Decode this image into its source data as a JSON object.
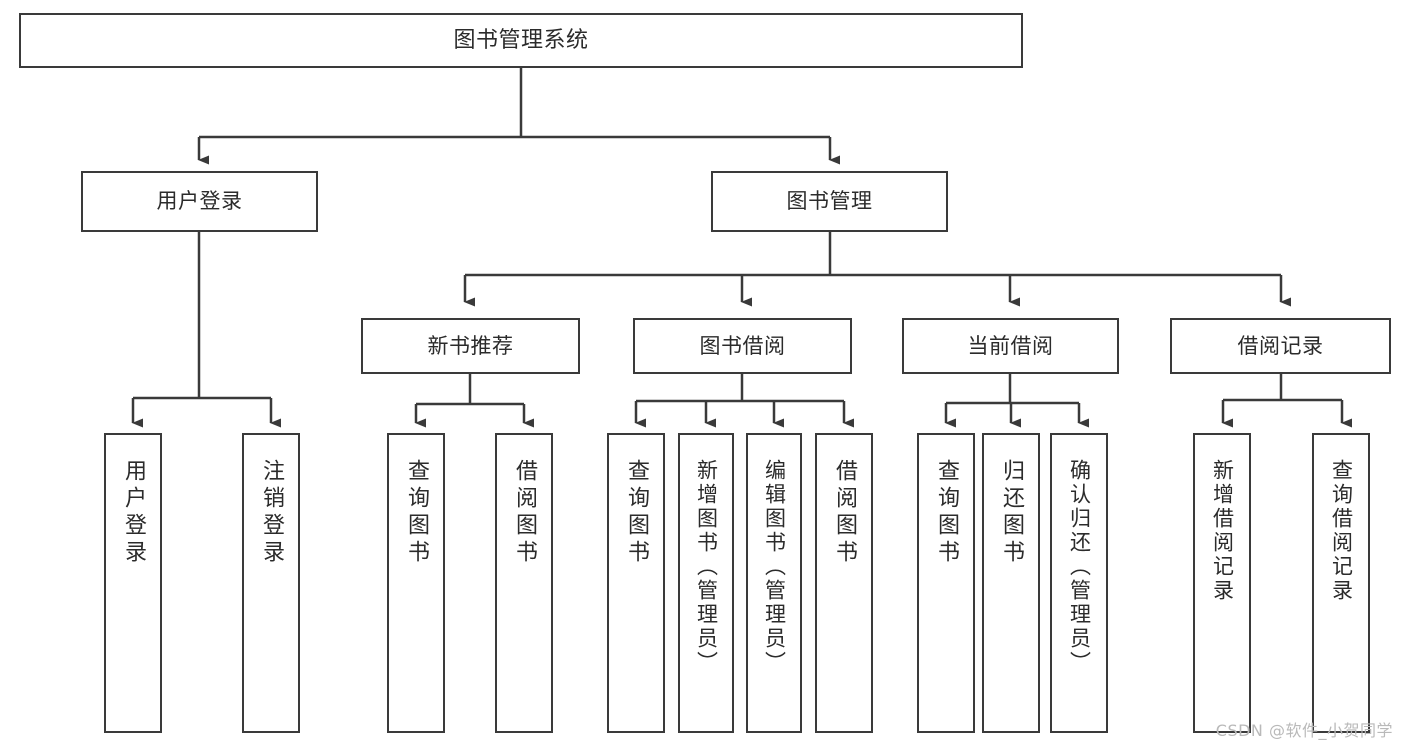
{
  "diagram": {
    "title": "图书管理系统",
    "type": "tree-hierarchy",
    "watermark": "CSDN @软件_小贺同学",
    "accent_border": "#3a3a3a",
    "background": "#ffffff",
    "nodes": {
      "root": {
        "label": "图书管理系统"
      },
      "level2": [
        {
          "label": "用户登录"
        },
        {
          "label": "图书管理"
        }
      ],
      "level3": [
        {
          "label": "新书推荐"
        },
        {
          "label": "图书借阅"
        },
        {
          "label": "当前借阅"
        },
        {
          "label": "借阅记录"
        }
      ],
      "leaves": {
        "user_login": [
          {
            "label": "用户登录"
          },
          {
            "label": "注销登录"
          }
        ],
        "new_book_recommend": [
          {
            "label": "查询图书"
          },
          {
            "label": "借阅图书"
          }
        ],
        "book_borrow": [
          {
            "label": "查询图书"
          },
          {
            "label": "新增图书（管理员）"
          },
          {
            "label": "编辑图书（管理员）"
          },
          {
            "label": "借阅图书"
          }
        ],
        "current_borrow": [
          {
            "label": "查询图书"
          },
          {
            "label": "归还图书"
          },
          {
            "label": "确认归还（管理员）"
          }
        ],
        "borrow_record": [
          {
            "label": "新增借阅记录"
          },
          {
            "label": "查询借阅记录"
          }
        ]
      }
    }
  }
}
